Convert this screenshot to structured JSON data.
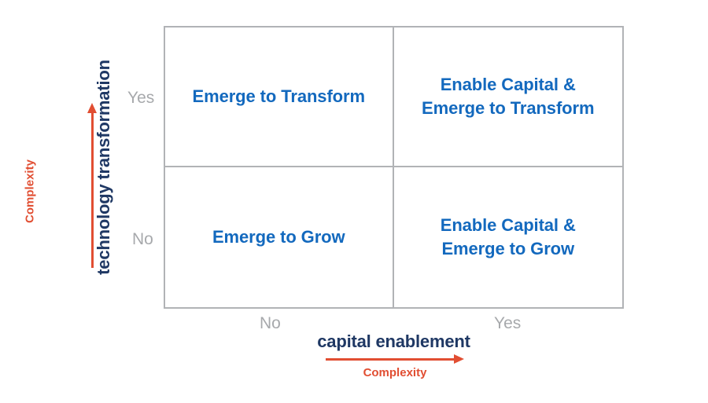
{
  "chart_data": {
    "type": "table",
    "title": "",
    "xlabel": "capital enablement",
    "ylabel": "technology transformation",
    "x_ticks": [
      "No",
      "Yes"
    ],
    "y_ticks": [
      "No",
      "Yes"
    ],
    "grid": true,
    "annotations": {
      "x_arrow": "Complexity",
      "y_arrow": "Complexity"
    },
    "cells": [
      {
        "x": "No",
        "y": "Yes",
        "label": "Emerge to Transform"
      },
      {
        "x": "Yes",
        "y": "Yes",
        "label": "Enable Capital &\nEmerge to Transform"
      },
      {
        "x": "No",
        "y": "No",
        "label": "Emerge to Grow"
      },
      {
        "x": "Yes",
        "y": "No",
        "label": "Enable Capital &\nEmerge to Grow"
      }
    ]
  },
  "matrix": {
    "quadrants": {
      "top_left": "Emerge to Transform",
      "top_right": "Enable Capital &\nEmerge to Transform",
      "bottom_left": "Emerge to Grow",
      "bottom_right": "Enable Capital &\nEmerge to Grow"
    }
  },
  "axes": {
    "y": {
      "title": "technology transformation",
      "ticks": {
        "high": "Yes",
        "low": "No"
      },
      "arrow_label": "Complexity"
    },
    "x": {
      "title": "capital enablement",
      "ticks": {
        "low": "No",
        "high": "Yes"
      },
      "arrow_label": "Complexity"
    }
  },
  "colors": {
    "quadrant_text": "#1369be",
    "axis_title": "#1f3864",
    "tick_label": "#a7a9ac",
    "arrow": "#e14e32",
    "grid_line": "#b1b3b6",
    "background": "#ffffff"
  }
}
